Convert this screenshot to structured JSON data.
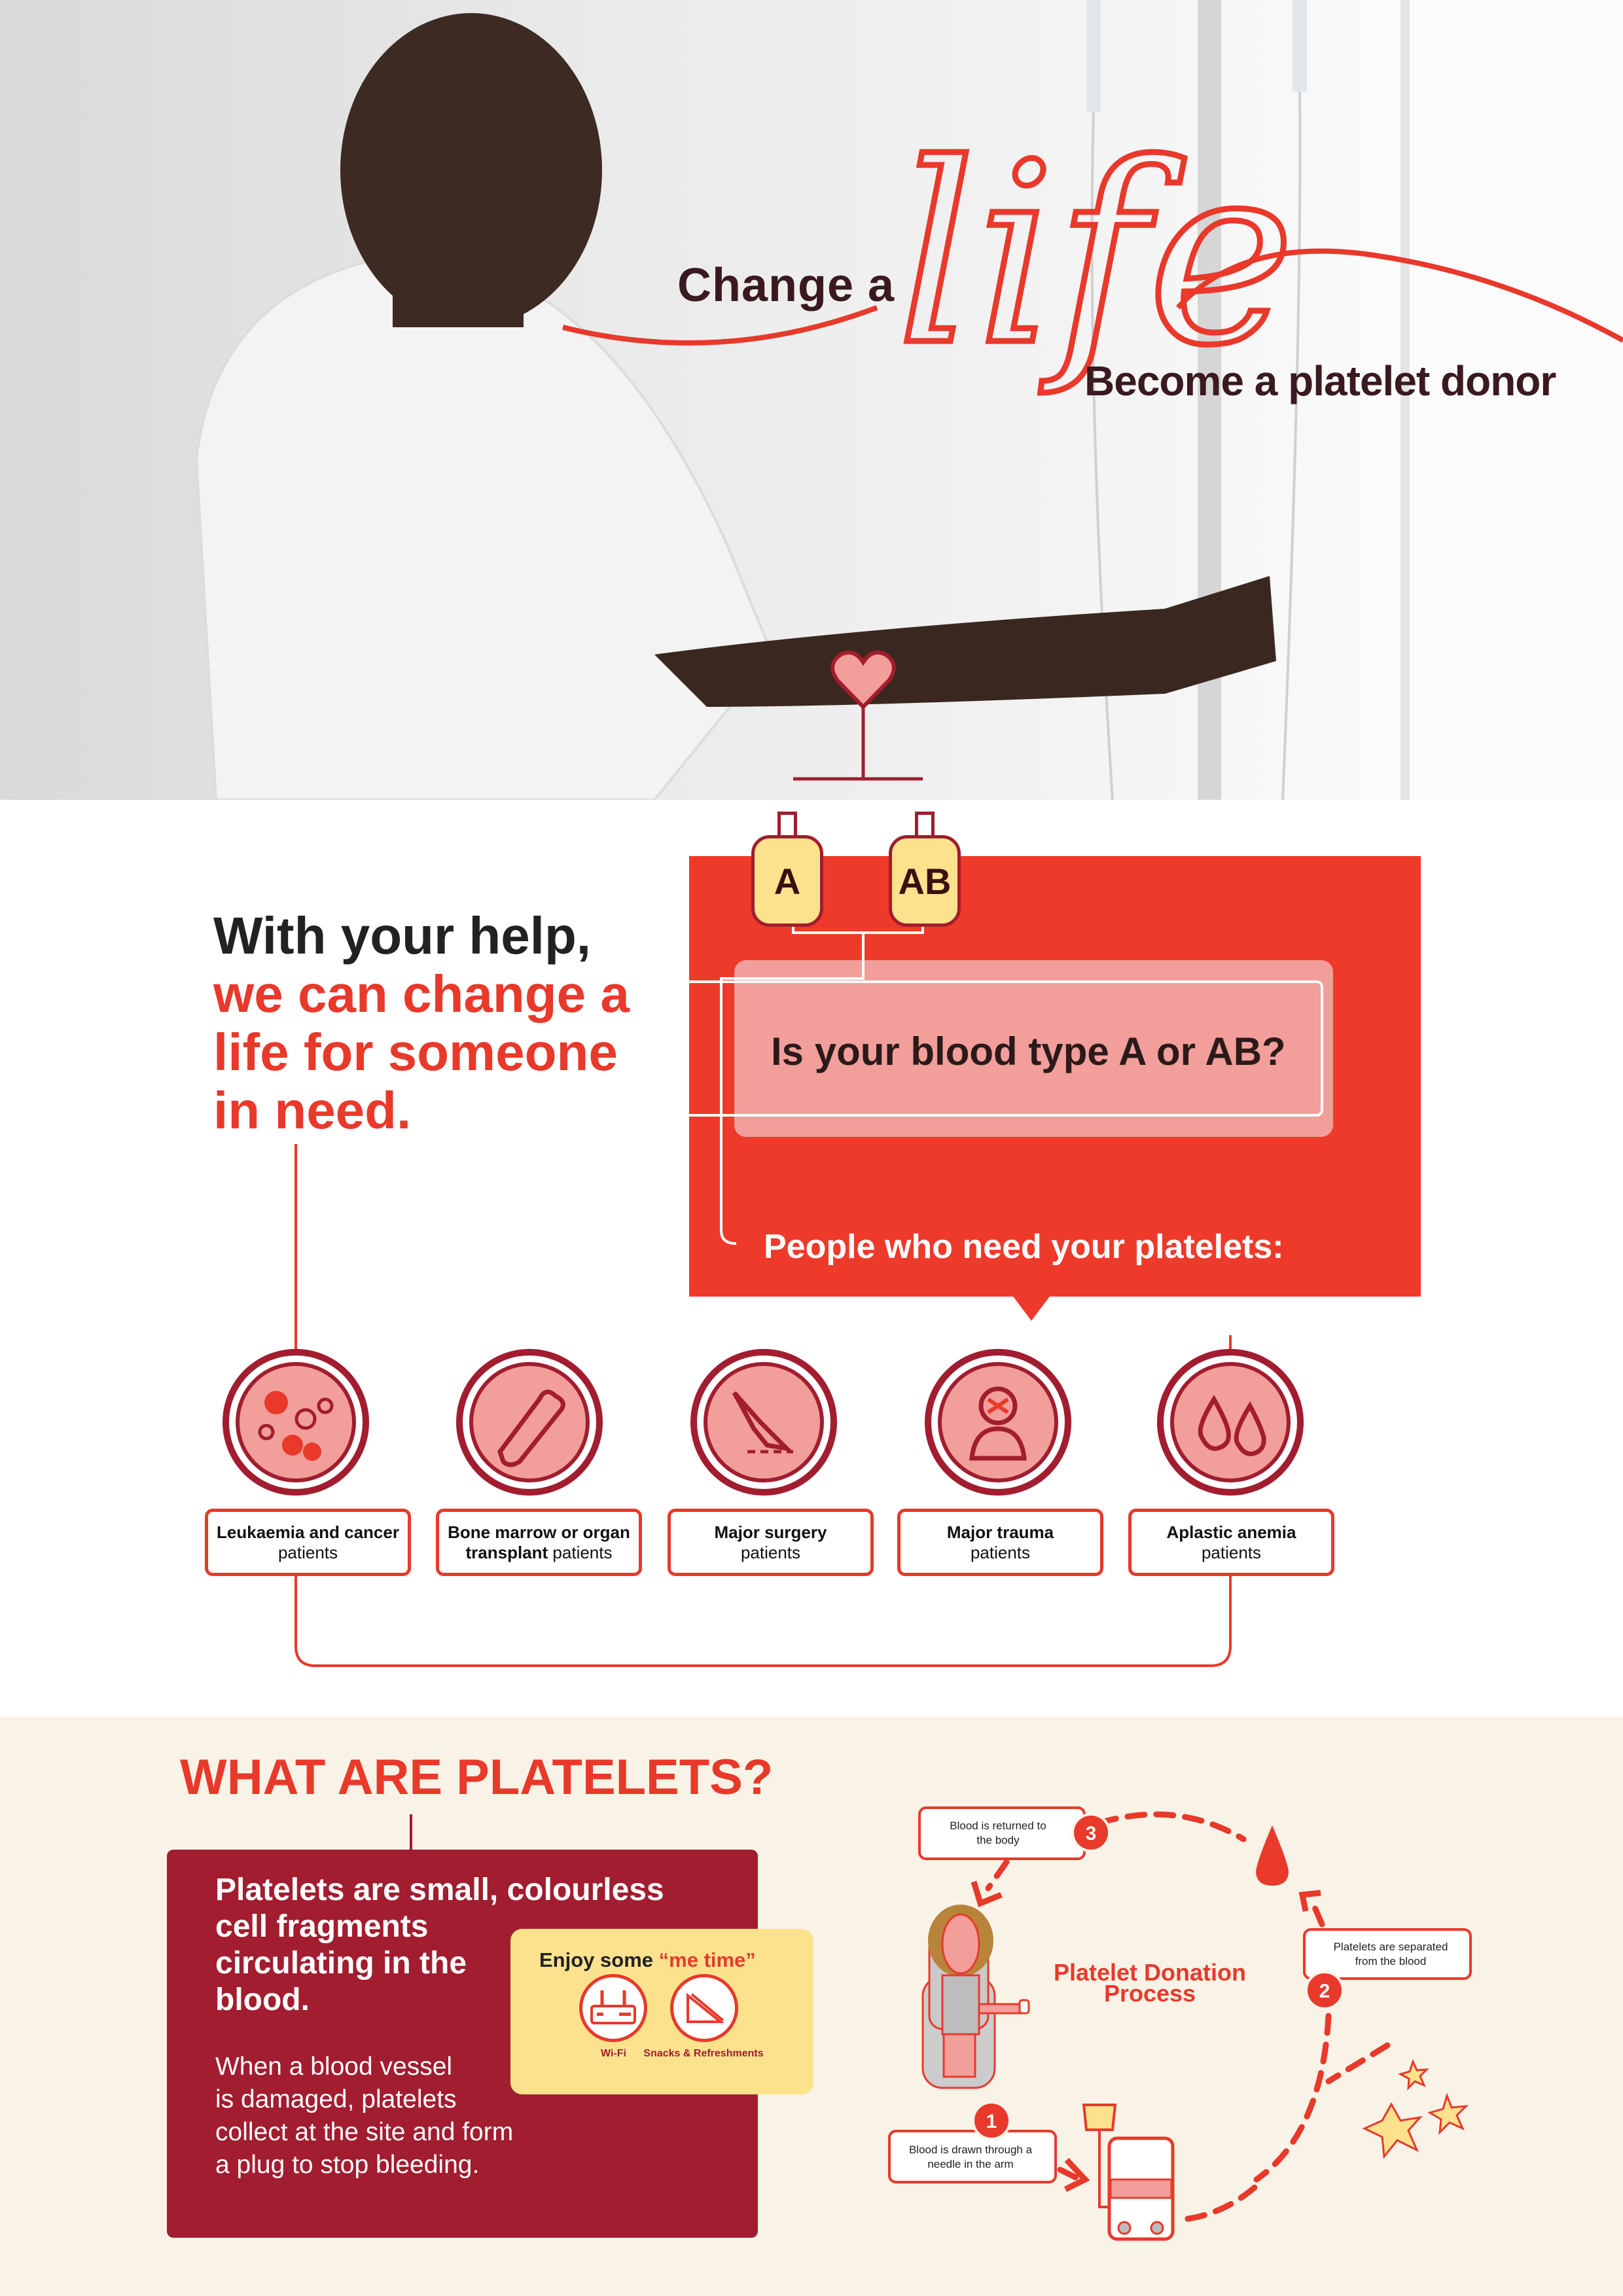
{
  "hero": {
    "change": "Change a",
    "life": "life",
    "become": "Become a platelet donor"
  },
  "blood_bags": [
    "A",
    "AB"
  ],
  "question": "Is your blood type A or AB?",
  "people_heading": "People who need your platelets:",
  "help_heading": {
    "line1": "With your help,",
    "red_lines": [
      "we can change a",
      "life for someone",
      "in need."
    ]
  },
  "patients": [
    {
      "bold": "Leukaemia and cancer",
      "rest": "patients",
      "icon": "blood-cells-icon"
    },
    {
      "bold": "Bone marrow or organ",
      "bold2": "transplant",
      "rest": "patients",
      "icon": "bone-icon"
    },
    {
      "bold": "Major surgery",
      "rest": "patients",
      "icon": "scalpel-icon"
    },
    {
      "bold": "Major trauma",
      "rest": "patients",
      "icon": "injured-person-icon"
    },
    {
      "bold": "Aplastic anemia",
      "rest": "patients",
      "icon": "blood-drops-icon"
    }
  ],
  "platelets": {
    "title": "WHAT ARE PLATELETS?",
    "lead_lines": [
      "Platelets are small, colourless",
      "cell fragments",
      "circulating in the",
      "blood."
    ],
    "body_lines": [
      "When a blood vessel",
      "is damaged, platelets",
      "collect at the site and form",
      "a plug to stop bleeding."
    ],
    "enjoy": {
      "prefix": "Enjoy some",
      "highlight": "“me time”",
      "items": [
        "Wi-Fi",
        "Snacks & Refreshments"
      ]
    }
  },
  "process": {
    "title_lines": [
      "Platelet Donation",
      "Process"
    ],
    "steps": [
      {
        "num": "1",
        "text_lines": [
          "Blood is drawn through a",
          "needle in the arm"
        ]
      },
      {
        "num": "2",
        "text_lines": [
          "Platelets are separated",
          "from the blood"
        ]
      },
      {
        "num": "3",
        "text_lines": [
          "Blood is returned to",
          "the body"
        ]
      }
    ]
  },
  "colors": {
    "red": "#e8392b",
    "dark_red": "#a11d2f",
    "pink": "#f29e9a",
    "yellow": "#fde28e",
    "cream": "#f8f3e6"
  }
}
